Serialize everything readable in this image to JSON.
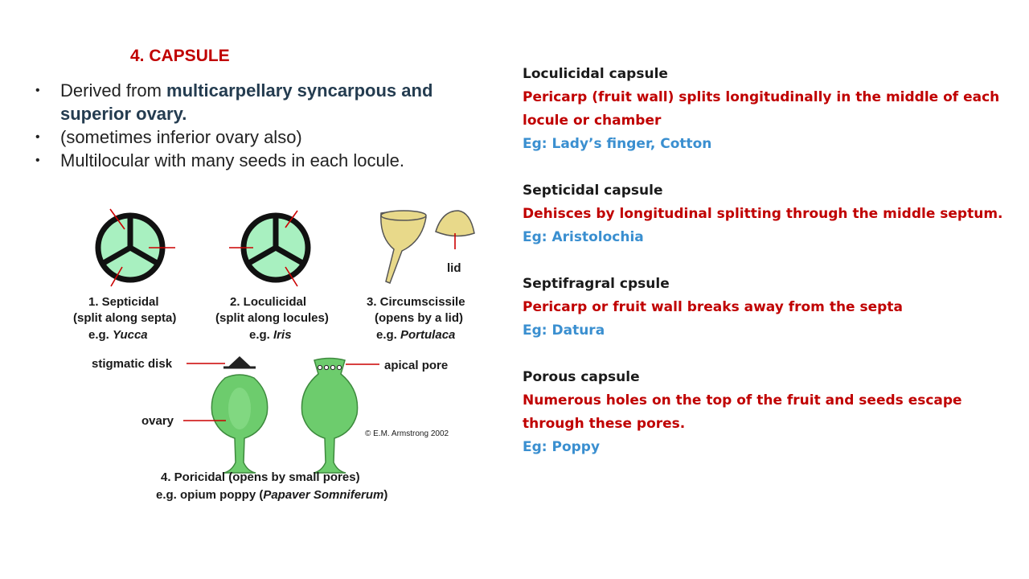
{
  "heading": "4. CAPSULE",
  "bullets": [
    {
      "pre": "Derived from ",
      "highlight": "multicarpellary syncarpous and superior ovary."
    },
    {
      "text": "(sometimes inferior ovary also)"
    },
    {
      "text": "Multilocular with many seeds in each locule."
    }
  ],
  "figure": {
    "t1": {
      "l1": "1. Septicidal",
      "l2": "(split along septa)",
      "l3pre": "e.g. ",
      "l3it": "Yucca"
    },
    "t2": {
      "l1": "2. Loculicidal",
      "l2": "(split along locules)",
      "l3pre": "e.g. ",
      "l3it": "Iris"
    },
    "t3": {
      "l1": "3. Circumscissile",
      "l2": "(opens by a lid)",
      "l3pre": "e.g. ",
      "l3it": "Portulaca"
    },
    "lid": "lid",
    "stigmatic_disk": "stigmatic disk",
    "apical_pore": "apical pore",
    "ovary": "ovary",
    "copyright": "© E.M. Armstrong 2002",
    "t4": {
      "l1": "4. Poricidal (opens by small pores)",
      "l2pre": "e.g. opium poppy (",
      "l2it": "Papaver Somniferum",
      "l2post": ")"
    },
    "colors": {
      "septum_fill": "#a8f0c0",
      "capsule_fill": "#e8d98a",
      "poppy_fill": "#6dcc6d",
      "pointer": "#cc0000"
    }
  },
  "right": [
    {
      "title": "Loculicidal capsule",
      "desc": "Pericarp (fruit wall) splits longitudinally in the middle of each locule or chamber",
      "eg": "Eg: Lady’s finger, Cotton"
    },
    {
      "title": "Septicidal capsule",
      "desc": "Dehisces by longitudinal splitting through the middle septum.",
      "eg": "Eg: Aristolochia"
    },
    {
      "title": "Septifragral cpsule",
      "desc": "Pericarp or fruit wall breaks away from the septa",
      "eg": "Eg: Datura"
    },
    {
      "title": "Porous capsule",
      "desc": "Numerous holes on the top of the fruit and seeds escape through these pores.",
      "eg": "Eg: Poppy"
    }
  ]
}
